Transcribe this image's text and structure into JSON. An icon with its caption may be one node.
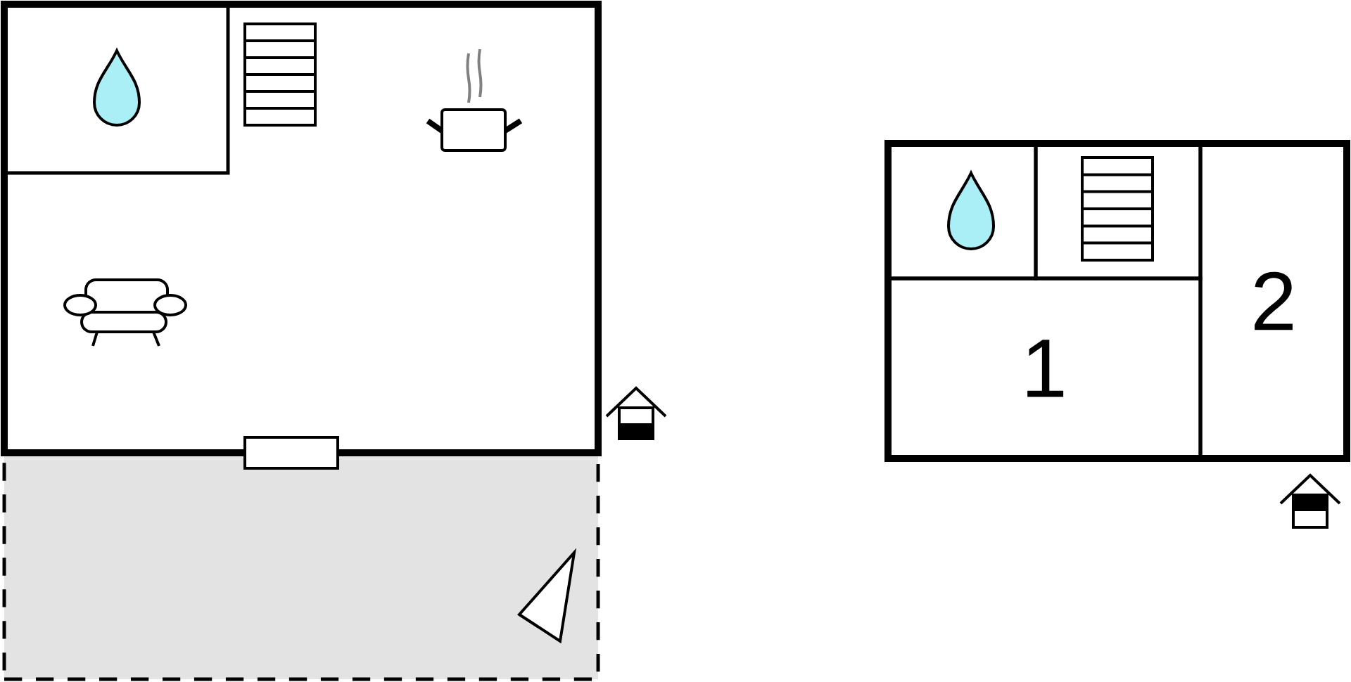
{
  "diagram": {
    "nodes": [
      {
        "text": [],
        "shape": "box"
      },
      {
        "text": [],
        "shape": "box",
        "in": 0
      },
      {
        "text": [],
        "shape": "box"
      },
      {
        "text": [],
        "shape": "box"
      },
      {
        "text": [],
        "shape": "box",
        "in": 3
      },
      {
        "text": [],
        "shape": "box",
        "in": 3
      },
      {
        "text": [
          "1"
        ],
        "in": 3
      },
      {
        "text": [
          "2"
        ],
        "in": 3
      }
    ]
  }
}
